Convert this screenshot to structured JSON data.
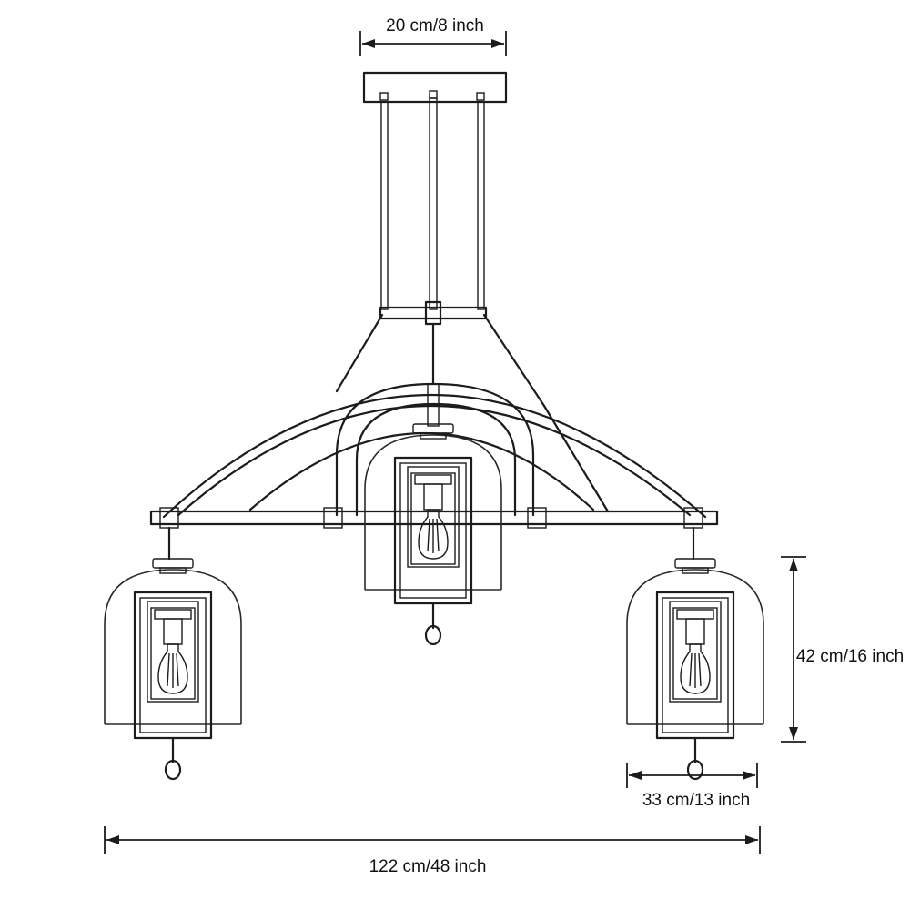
{
  "dimensions": {
    "canopy_width": "20 cm/8 inch",
    "shade_height": "42 cm/16 inch",
    "shade_width": "33 cm/13 inch",
    "total_width": "122 cm/48 inch"
  },
  "colors": {
    "line": "#1c1c1c",
    "background": "#ffffff"
  }
}
